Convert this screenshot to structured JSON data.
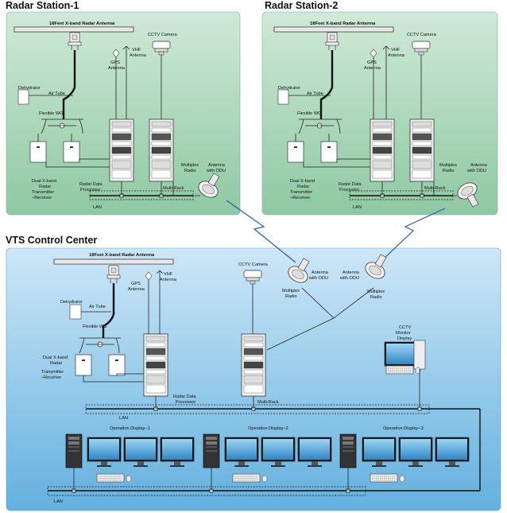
{
  "sections": {
    "station1_title": "Radar Station-1",
    "station2_title": "Radar Station-2",
    "vts_title": "VTS Control Center"
  },
  "station": {
    "antenna": "18Feet X-band Radar Antenna",
    "cctv": "CCTV Camera",
    "gps_1": "GPS",
    "gps_2": "Antenna",
    "vhf_1": "VHF",
    "vhf_2": "Antenna",
    "dehydrator": "Dehydrator",
    "air_tube": "Air Tube",
    "flexible_wg": "Flexible WG",
    "dual_1": "Dual X-band",
    "dual_2": "Radar",
    "dual_3": "Transmitter",
    "dual_4": "–Receiver",
    "rdp_1": "Radar Data",
    "rdp_2": "Processor",
    "multiplex_1": "Multiplex",
    "multiplex_2": "Radio",
    "odu_1": "Antenna",
    "odu_2": "with ODU",
    "multirack": "Multi-Rack",
    "lan": "LAN"
  },
  "vts": {
    "antenna": "18Feet X-band Radar Antenna",
    "cctv": "CCTV Camera",
    "gps_1": "GPS",
    "gps_2": "Antenna",
    "vhf_1": "VHF",
    "vhf_2": "Antenna",
    "dehydrator": "Dehydrator",
    "air_tube": "Air Tube",
    "flexible_wg": "Flexible WG",
    "dual_1": "Dual X-band",
    "dual_2": "Radar",
    "dual_3": "Transmitter",
    "dual_4": "–Receiver",
    "rdp_1": "Radar Data",
    "rdp_2": "Processor",
    "multirack": "Multi-Rack",
    "multiplex_1": "Multiplex",
    "multiplex_2": "Radio",
    "odu_1": "Antenna",
    "odu_2": "with ODU",
    "cctv_monitor_1": "CCTV",
    "cctv_monitor_2": "Monitor",
    "cctv_monitor_3": "Display",
    "lan": "LAN",
    "op1": "Operation Display–1",
    "op2": "Operation Display–2",
    "op3": "Operation Display–3",
    "lan_bottom": "LAN"
  },
  "colors": {
    "station_bg_top": "#c9e6d0",
    "station_bg_bottom": "#8fc9a4",
    "vts_bg_top": "#c5e3f4",
    "vts_bg_bottom": "#6fb7e2",
    "link_blue": "#2a5aa8"
  }
}
